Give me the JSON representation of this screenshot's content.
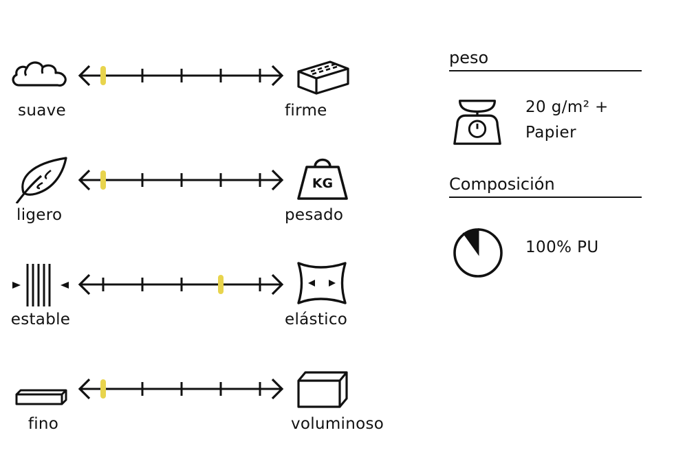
{
  "scales": [
    {
      "left_label": "suave",
      "right_label": "firme",
      "left_icon": "cloud-icon",
      "right_icon": "brick-icon",
      "level": 0.0
    },
    {
      "left_label": "ligero",
      "right_label": "pesado",
      "left_icon": "feather-icon",
      "right_icon": "kg-weight-icon",
      "level": 0.0,
      "weight_text": "KG"
    },
    {
      "left_label": "estable",
      "right_label": "elástico",
      "left_icon": "compressed-lines-icon",
      "right_icon": "stretch-icon",
      "level": 0.75
    },
    {
      "left_label": "fino",
      "right_label": "voluminoso",
      "left_icon": "thin-block-icon",
      "right_icon": "box-icon",
      "level": 0.0
    }
  ],
  "weight": {
    "title": "peso",
    "value_line1": "20 g/m² +",
    "value_line2": "Papier",
    "icon": "scale-icon"
  },
  "composition": {
    "title": "Composición",
    "value": "100% PU",
    "icon": "pie-chart-icon"
  },
  "colors": {
    "marker": "#e8d44d",
    "ink": "#111111"
  }
}
